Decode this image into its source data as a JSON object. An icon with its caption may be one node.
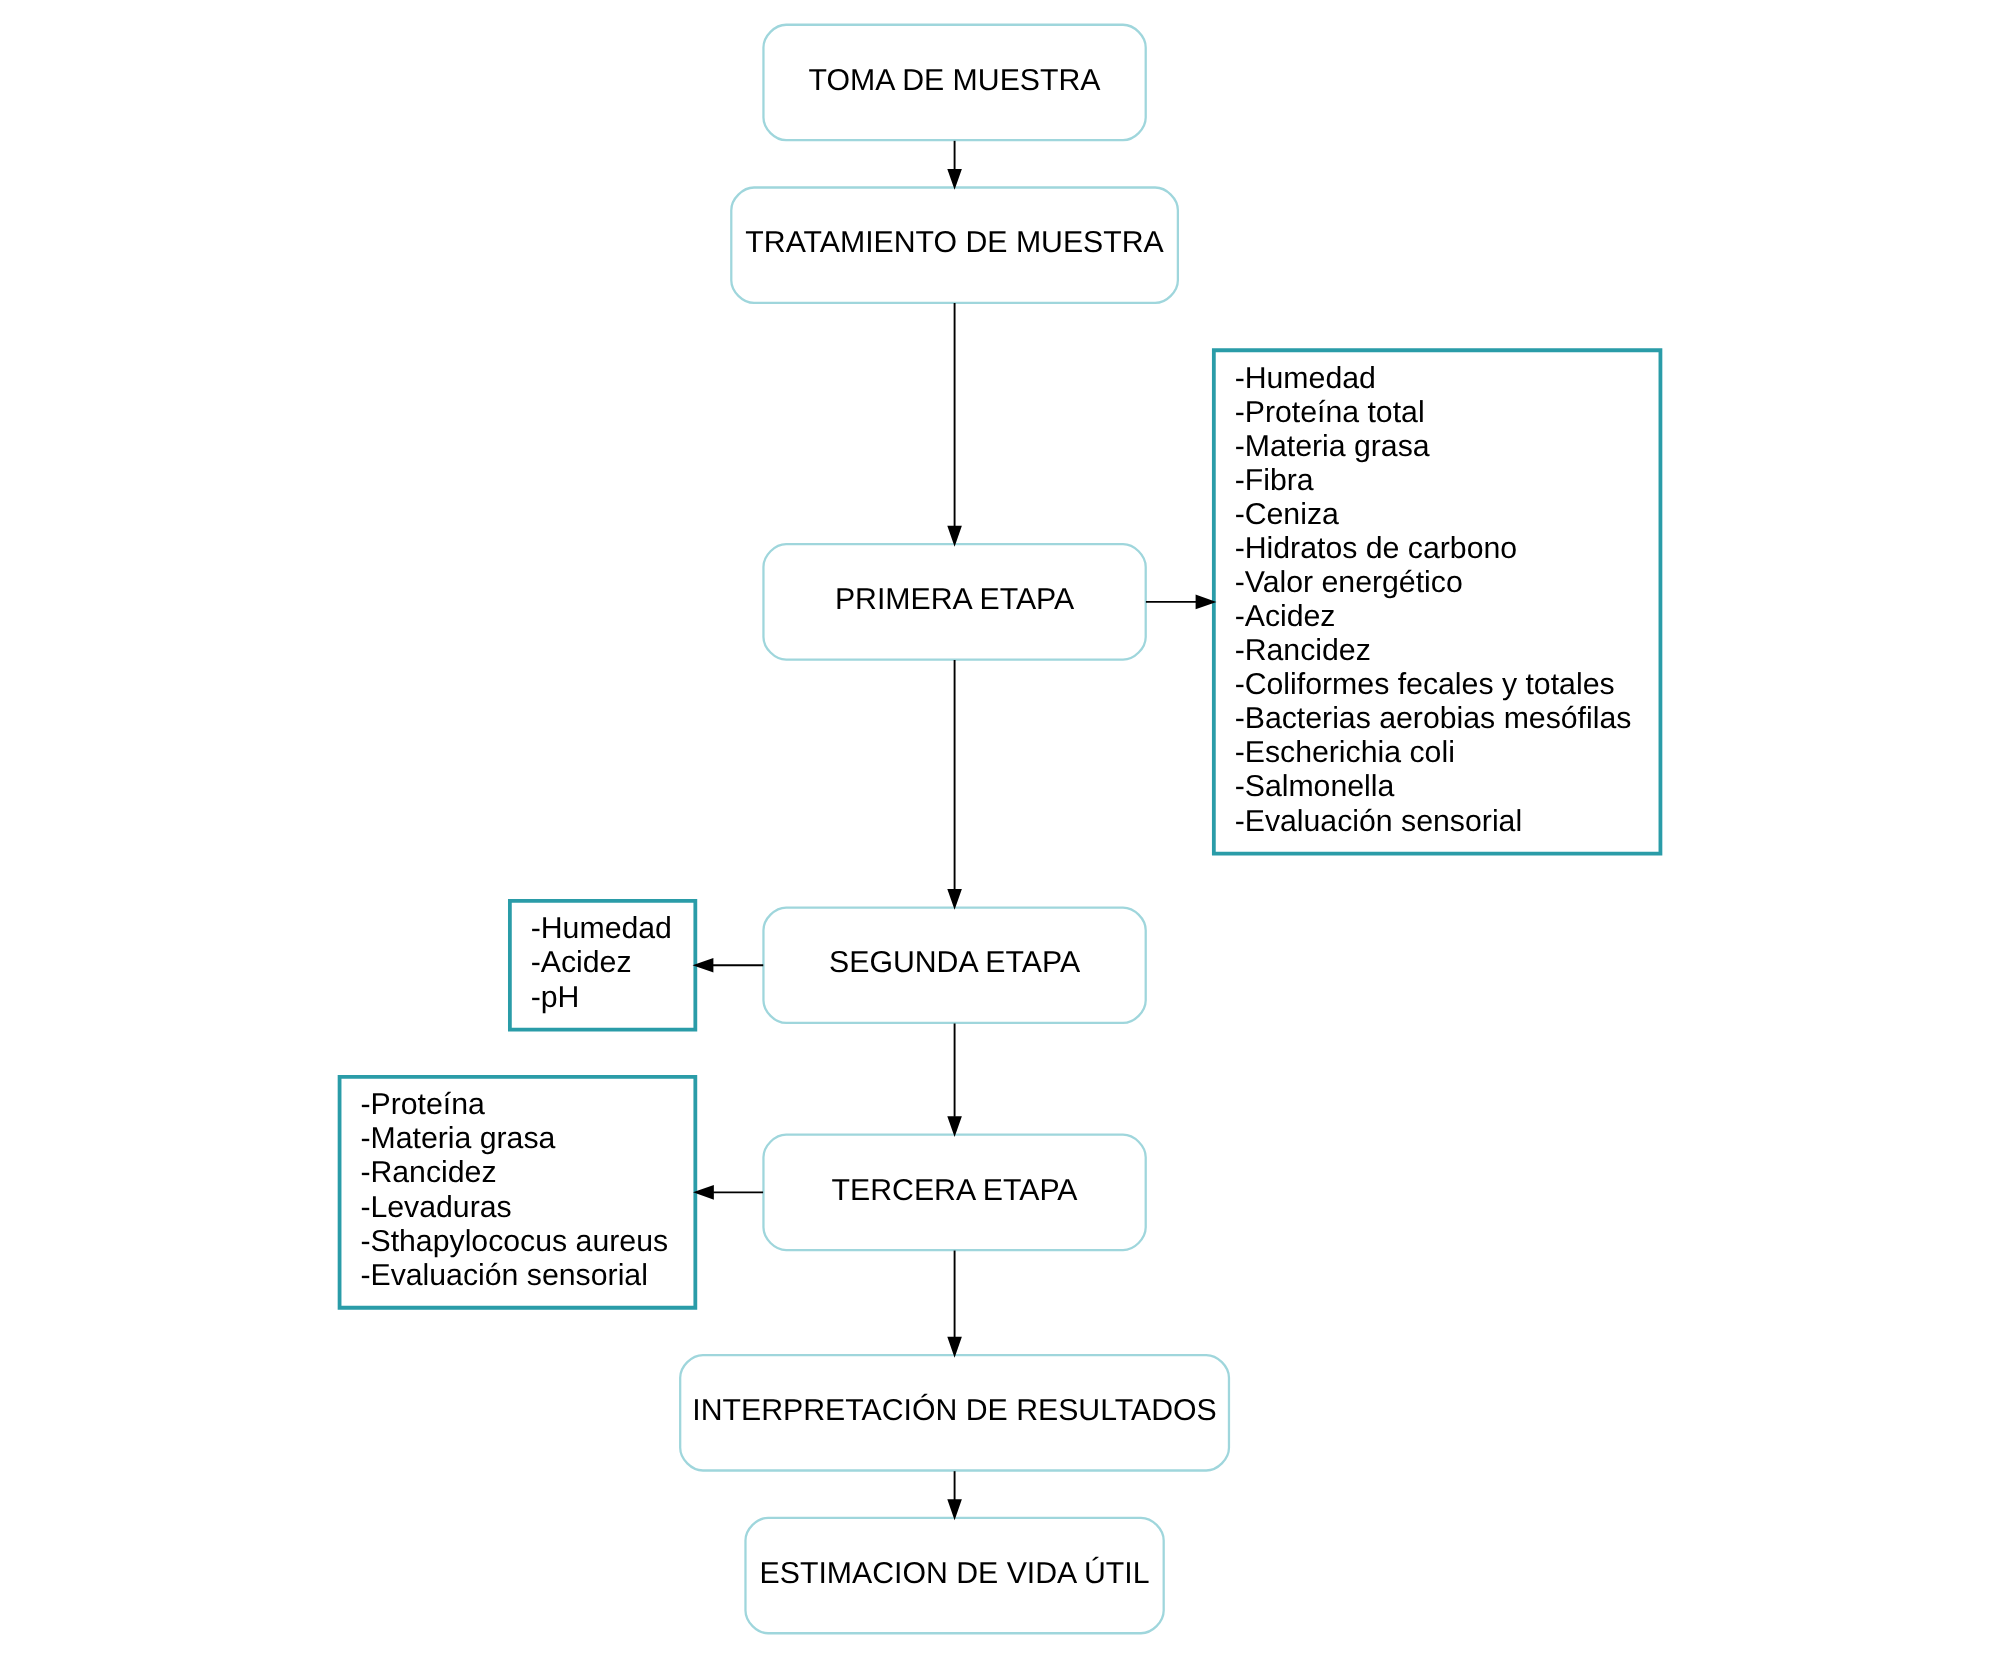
{
  "diagram": {
    "nodes": [
      {
        "text": [
          "TOMA DE MUESTRA"
        ]
      },
      {
        "text": [
          "TRATAMIENTO DE MUESTRA"
        ]
      },
      {
        "text": [
          "PRIMERA ETAPA"
        ]
      },
      {
        "text": [
          "-Humedad",
          "-Proteína total",
          "-Materia grasa",
          "-Fibra",
          "-Ceniza",
          "-Hidratos de carbono",
          "-Valor energético",
          "-Acidez",
          "-Rancidez",
          "-Coliformes fecales y totales",
          "-Bacterias aerobias mesófilas",
          "-Escherichia coli",
          "-Salmonella",
          "-Evaluación sensorial"
        ]
      },
      {
        "text": [
          "SEGUNDA ETAPA"
        ]
      },
      {
        "text": [
          "-Humedad",
          "-Acidez",
          "-pH"
        ]
      },
      {
        "text": [
          "TERCERA ETAPA"
        ]
      },
      {
        "text": [
          "-Proteína",
          "-Materia grasa",
          "-Rancidez",
          "-Levaduras",
          "-Sthapylococus aureus",
          "-Evaluación sensorial"
        ]
      },
      {
        "text": [
          "INTERPRETACIÓN DE RESULTADOS"
        ]
      },
      {
        "text": [
          "ESTIMACION DE VIDA ÚTIL"
        ]
      }
    ],
    "edges": [
      {
        "from": 0,
        "to": 1,
        "arrow": "to"
      },
      {
        "from": 1,
        "to": 2,
        "arrow": "to"
      },
      {
        "from": 2,
        "to": 3,
        "arrow": "to"
      },
      {
        "from": 2,
        "to": 4,
        "arrow": "to"
      },
      {
        "from": 4,
        "to": 5,
        "arrow": "to"
      },
      {
        "from": 4,
        "to": 6,
        "arrow": "to"
      },
      {
        "from": 6,
        "to": 7,
        "arrow": "to"
      },
      {
        "from": 6,
        "to": 8,
        "arrow": "to"
      },
      {
        "from": 8,
        "to": 9,
        "arrow": "to"
      }
    ]
  }
}
